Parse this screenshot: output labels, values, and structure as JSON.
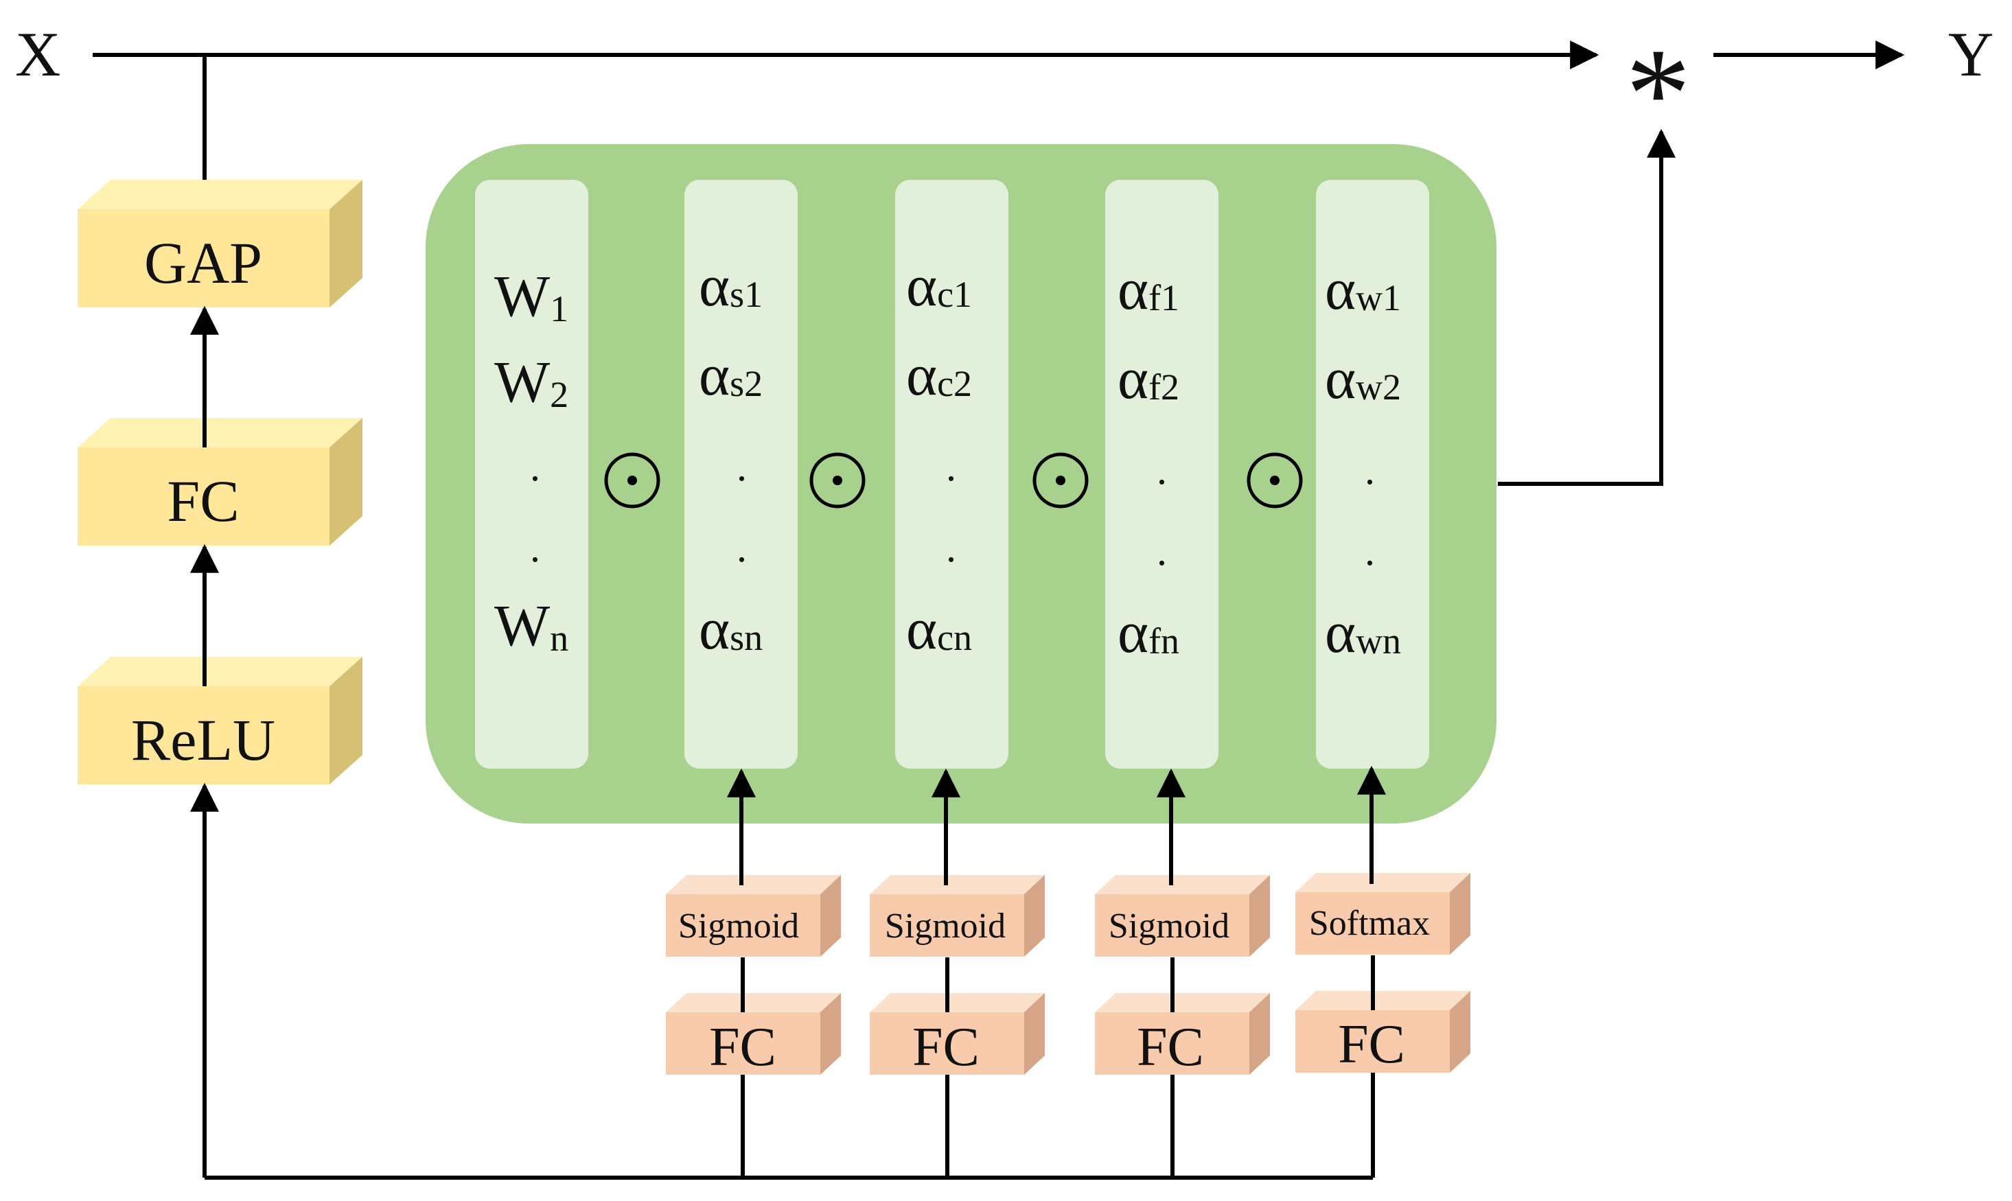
{
  "io": {
    "input": "X",
    "output": "Y",
    "multiply": "*"
  },
  "left_stack": [
    "GAP",
    "FC",
    "ReLU"
  ],
  "columns": [
    {
      "id": "w",
      "main": "W",
      "subs": [
        "1",
        "2",
        "n"
      ]
    },
    {
      "id": "s",
      "main": "α",
      "subs": [
        "s1",
        "s2",
        "sn"
      ]
    },
    {
      "id": "c",
      "main": "α",
      "subs": [
        "c1",
        "c2",
        "cn"
      ]
    },
    {
      "id": "f",
      "main": "α",
      "subs": [
        "f1",
        "f2",
        "fn"
      ]
    },
    {
      "id": "wt",
      "main": "α",
      "subs": [
        "w1",
        "w2",
        "wn"
      ]
    }
  ],
  "dots": ".",
  "odot": "⊙",
  "branches": [
    {
      "activation": "Sigmoid",
      "fc": "FC"
    },
    {
      "activation": "Sigmoid",
      "fc": "FC"
    },
    {
      "activation": "Sigmoid",
      "fc": "FC"
    },
    {
      "activation": "Softmax",
      "fc": "FC"
    }
  ],
  "colors": {
    "yellow_front": "#ffe699",
    "yellow_top": "#fff2b3",
    "yellow_side": "#d6c074",
    "green_panel": "#a9d18e",
    "green_column": "#e2efda",
    "orange_front": "#f8cbad",
    "orange_top": "#fbe0cc",
    "orange_side": "#d6a486",
    "line": "#000000"
  }
}
